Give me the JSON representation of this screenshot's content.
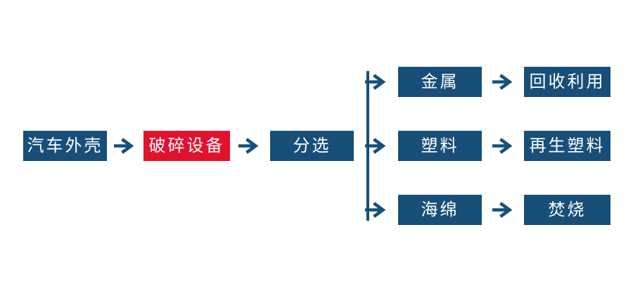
{
  "flowchart": {
    "main_nodes": [
      {
        "label": "汽车外壳",
        "color": "#174f78"
      },
      {
        "label": "破碎设备",
        "color": "#e1122d"
      },
      {
        "label": "分选",
        "color": "#174f78"
      }
    ],
    "branches": [
      {
        "material": "金属",
        "disposal": "回收利用"
      },
      {
        "material": "塑料",
        "disposal": "再生塑料"
      },
      {
        "material": "海绵",
        "disposal": "焚烧"
      }
    ],
    "colors": {
      "node_blue": "#174f78",
      "node_red": "#e1122d",
      "arrow": "#174f78",
      "connector_line": "#174f78",
      "text": "#ffffff",
      "background": "#ffffff"
    },
    "icons": {
      "arrow": "arrow-right-icon"
    }
  }
}
